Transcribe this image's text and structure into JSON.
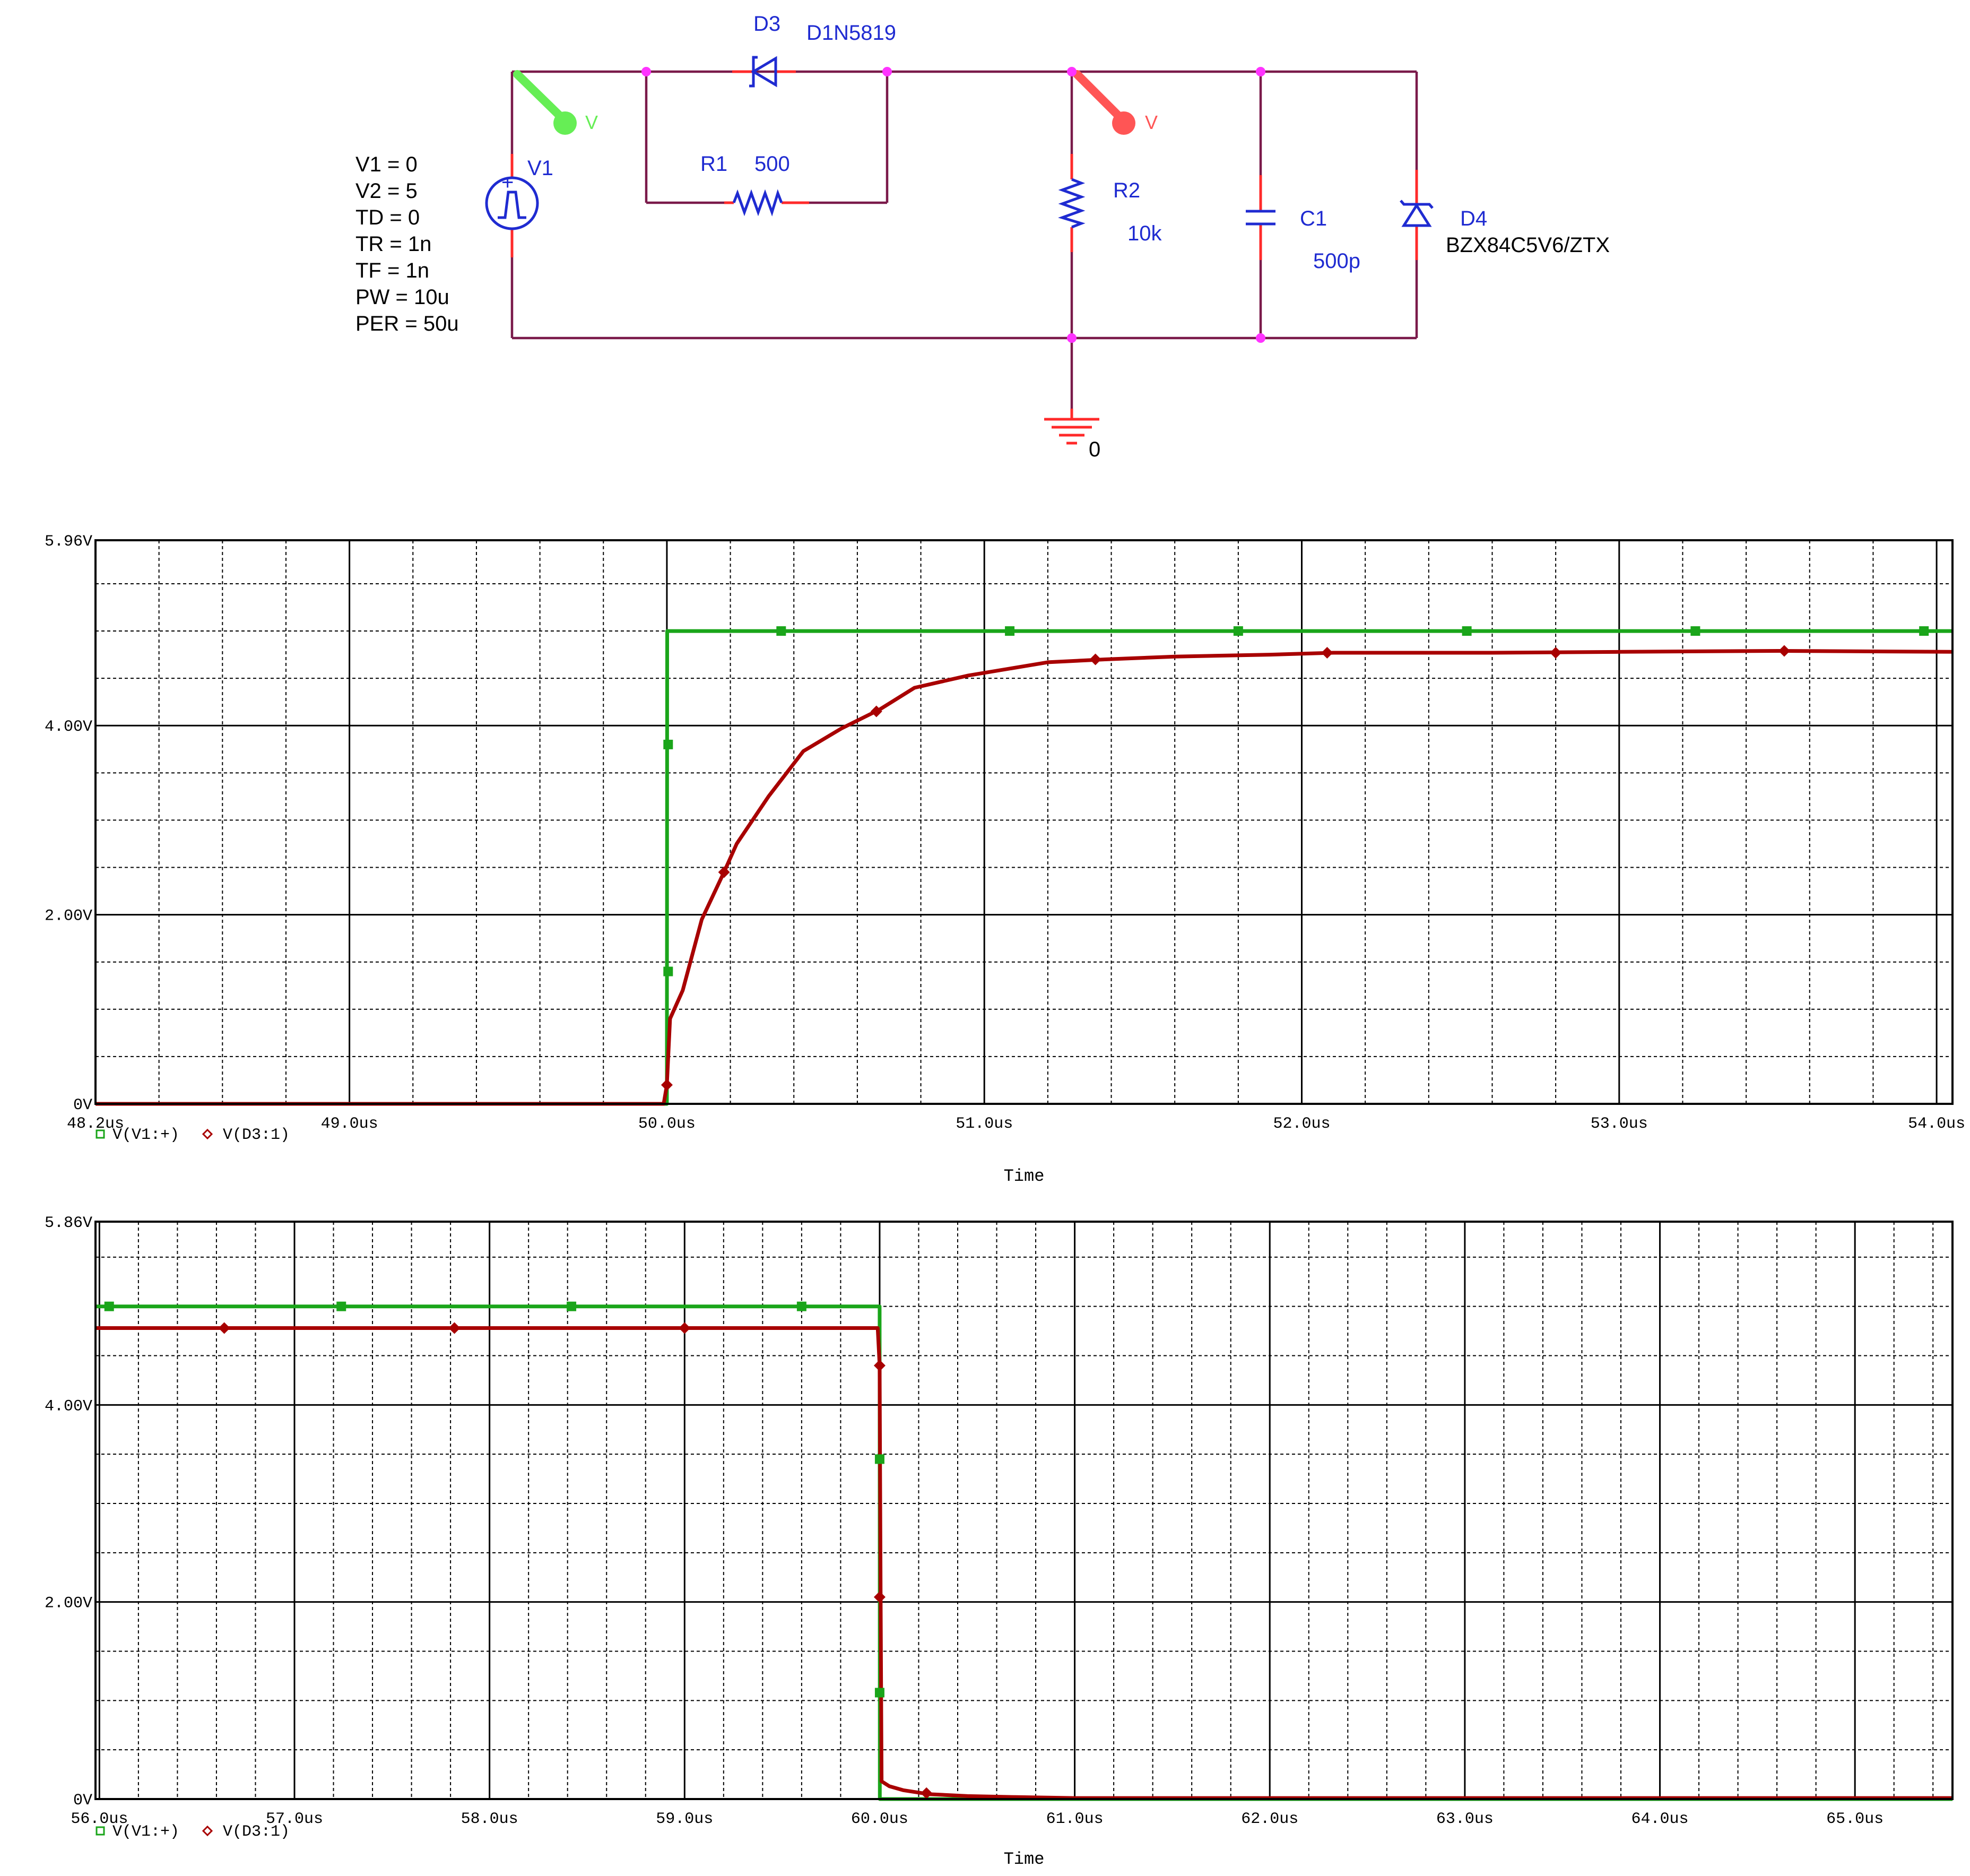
{
  "colors": {
    "wire": "#7a1a4a",
    "component": "#1f2bd1",
    "pin": "#ff2a2a",
    "junction": "#ff33ff",
    "series_v1": "#1aa51a",
    "series_d3": "#a80000",
    "probe_green": "#66ee55",
    "probe_red": "#ff5555"
  },
  "schematic": {
    "source": {
      "ref": "V1",
      "params": [
        "V1 = 0",
        "V2 = 5",
        "TD = 0",
        "TR = 1n",
        "TF = 1n",
        "PW = 10u",
        "PER = 50u"
      ]
    },
    "diode_d3": {
      "ref": "D3",
      "value": "D1N5819"
    },
    "resistor_r1": {
      "ref": "R1",
      "value": "500"
    },
    "resistor_r2": {
      "ref": "R2",
      "value": "10k"
    },
    "capacitor_c1": {
      "ref": "C1",
      "value": "500p"
    },
    "zener_d4": {
      "ref": "D4",
      "value": "BZX84C5V6/ZTX"
    },
    "ground_label": "0",
    "probe_green_label": "V",
    "probe_red_label": "V",
    "icons": [
      "pulse-source-icon",
      "diode-icon",
      "resistor-icon",
      "capacitor-icon",
      "zener-diode-icon",
      "ground-icon",
      "voltage-probe-icon"
    ]
  },
  "chart_data": [
    {
      "type": "line",
      "xlabel": "Time",
      "ylabel": "",
      "xlim": [
        48.2,
        54.05
      ],
      "ylim": [
        0,
        5.96
      ],
      "x_ticks": [
        48.2,
        49.0,
        50.0,
        51.0,
        52.0,
        53.0,
        54.0
      ],
      "x_tick_labels": [
        "48.2us",
        "49.0us",
        "50.0us",
        "51.0us",
        "52.0us",
        "53.0us",
        "54.0us"
      ],
      "y_ticks": [
        0,
        2,
        4,
        5.96
      ],
      "y_tick_labels": [
        "0V",
        "2.00V",
        "4.00V",
        "5.96V"
      ],
      "grid": true,
      "legend": "bottom-left",
      "series": [
        {
          "name": "V(V1:+)",
          "color": "#1aa51a",
          "marker": "square",
          "x": [
            48.2,
            50.0,
            50.001,
            54.05
          ],
          "y": [
            0,
            0,
            5.0,
            5.0
          ],
          "marker_x": [
            50.004,
            50.004,
            50.36,
            51.08,
            51.8,
            52.52,
            53.24,
            53.96
          ],
          "marker_y": [
            1.4,
            3.8,
            5.0,
            5.0,
            5.0,
            5.0,
            5.0,
            5.0
          ]
        },
        {
          "name": "V(D3:1)",
          "color": "#a80000",
          "marker": "diamond",
          "x": [
            48.2,
            49.99,
            50.0,
            50.01,
            50.05,
            50.11,
            50.18,
            50.22,
            50.32,
            50.43,
            50.55,
            50.67,
            50.78,
            50.95,
            51.2,
            51.38,
            51.6,
            51.9,
            52.1,
            52.6,
            53.0,
            53.5,
            54.05
          ],
          "y": [
            0,
            0,
            0.2,
            0.9,
            1.2,
            1.95,
            2.45,
            2.75,
            3.25,
            3.73,
            3.97,
            4.17,
            4.4,
            4.53,
            4.67,
            4.7,
            4.73,
            4.75,
            4.77,
            4.77,
            4.78,
            4.79,
            4.78
          ],
          "marker_x": [
            50.0,
            50.18,
            50.66,
            51.35,
            52.08,
            52.8,
            53.52
          ],
          "marker_y": [
            0.2,
            2.45,
            4.15,
            4.7,
            4.77,
            4.77,
            4.79
          ]
        }
      ]
    },
    {
      "type": "line",
      "xlabel": "Time",
      "ylabel": "",
      "xlim": [
        55.98,
        65.5
      ],
      "ylim": [
        0,
        5.86
      ],
      "x_ticks": [
        56.0,
        57.0,
        58.0,
        59.0,
        60.0,
        61.0,
        62.0,
        63.0,
        64.0,
        65.0
      ],
      "x_tick_labels": [
        "56.0us",
        "57.0us",
        "58.0us",
        "59.0us",
        "60.0us",
        "61.0us",
        "62.0us",
        "63.0us",
        "64.0us",
        "65.0us"
      ],
      "y_ticks": [
        0,
        2,
        4,
        5.86
      ],
      "y_tick_labels": [
        "0V",
        "2.00V",
        "4.00V",
        "5.86V"
      ],
      "grid": true,
      "legend": "bottom-left",
      "series": [
        {
          "name": "V(V1:+)",
          "color": "#1aa51a",
          "marker": "square",
          "x": [
            55.98,
            60.0,
            60.001,
            65.5
          ],
          "y": [
            5.0,
            5.0,
            0,
            0
          ],
          "marker_x": [
            56.05,
            57.24,
            58.42,
            59.6,
            60.0,
            60.0
          ],
          "marker_y": [
            5.0,
            5.0,
            5.0,
            5.0,
            3.45,
            1.08
          ]
        },
        {
          "name": "V(D3:1)",
          "color": "#a80000",
          "marker": "diamond",
          "x": [
            55.98,
            59.99,
            60.0,
            60.005,
            60.01,
            60.05,
            60.12,
            60.25,
            60.45,
            60.7,
            61.0,
            65.5
          ],
          "y": [
            4.78,
            4.78,
            4.4,
            2.05,
            0.18,
            0.13,
            0.09,
            0.05,
            0.03,
            0.02,
            0.01,
            0.01
          ],
          "marker_x": [
            56.64,
            57.82,
            59.0,
            60.0,
            60.0,
            60.24
          ],
          "marker_y": [
            4.78,
            4.78,
            4.78,
            4.4,
            2.05,
            0.06
          ]
        }
      ]
    }
  ]
}
